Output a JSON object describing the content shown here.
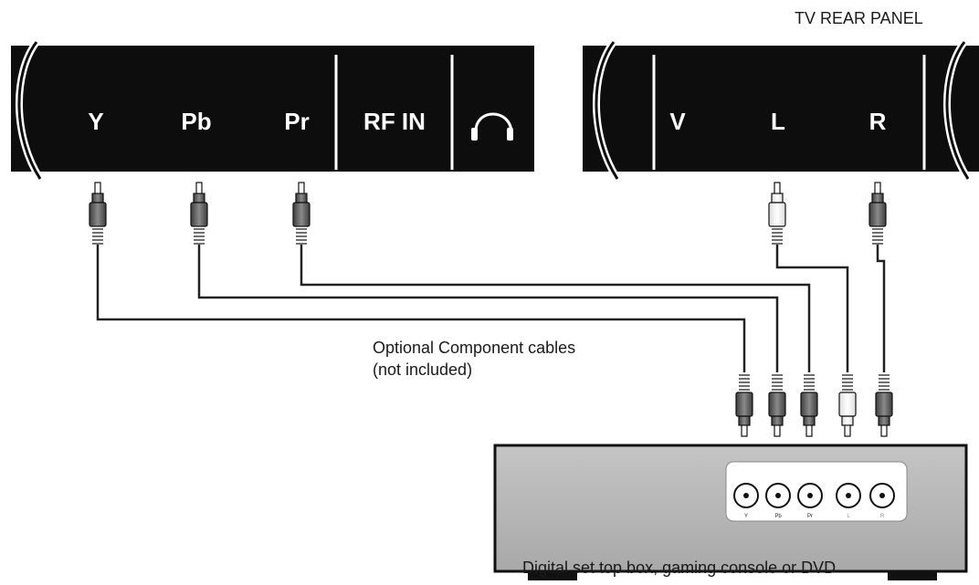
{
  "tv_panel": {
    "title": "TV REAR PANEL",
    "left_jacks": [
      "Y",
      "Pb",
      "Pr"
    ],
    "rf_label": "RF IN",
    "right_jacks": [
      "V",
      "L",
      "R"
    ]
  },
  "cable_note": {
    "line1": "Optional Component cables",
    "line2": "(not included)"
  },
  "device": {
    "caption": "Digital set top box, gaming console or DVD",
    "port_labels": [
      "Y",
      "Pb",
      "Pr",
      "L",
      "R"
    ]
  },
  "colors": {
    "panel": "#0d0d0d",
    "cable": "#222222",
    "plug_dark": "#5a5a5a",
    "plug_light": "#f2f2f2",
    "box": "#b9b9b9"
  }
}
